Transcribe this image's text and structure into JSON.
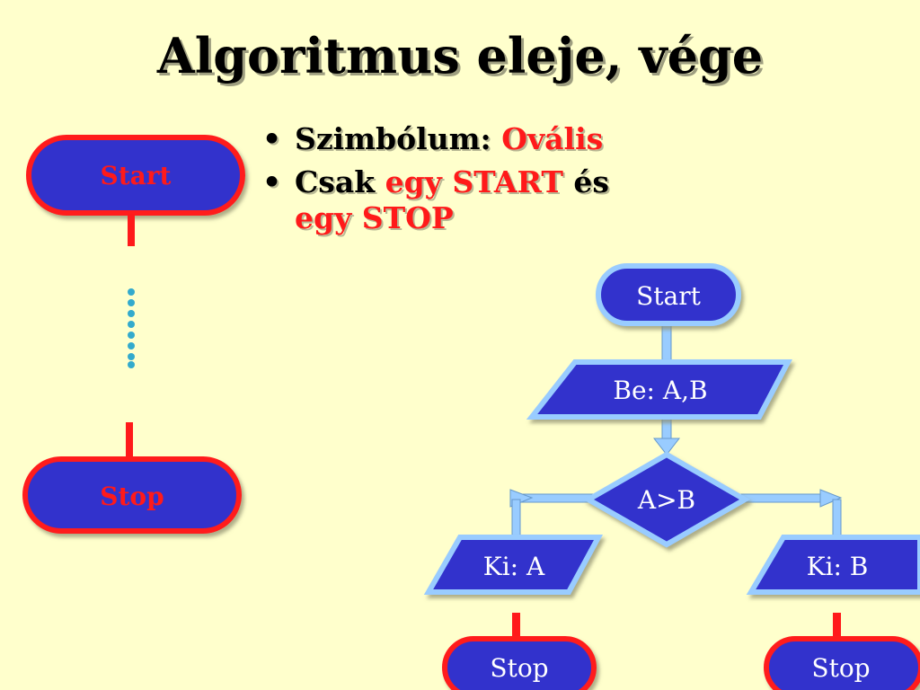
{
  "title": "Algoritmus eleje, vége",
  "bullets": {
    "b1_prefix": "Szimbólum: ",
    "b1_highlight": "Ovális",
    "b2_prefix": "Csak ",
    "b2_highlight1": "egy START",
    "b2_middle": " és",
    "b2_highlight2": "egy STOP"
  },
  "left_diagram": {
    "start_label": "Start",
    "stop_label": "Stop"
  },
  "flowchart": {
    "start": "Start",
    "input": "Be: A,B",
    "decision": "A>B",
    "output_left": "Ki: A",
    "output_right": "Ki: B",
    "stop_left": "Stop",
    "stop_right": "Stop"
  },
  "colors": {
    "background": "#ffffcc",
    "shape_fill": "#3333cc",
    "red_border": "#ff1a1a",
    "light_blue_border": "#99ccff"
  }
}
